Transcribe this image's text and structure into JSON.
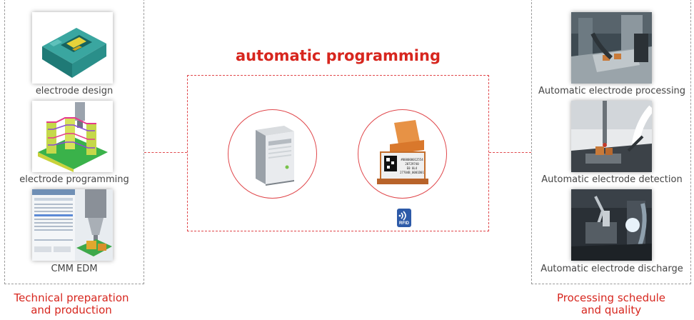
{
  "main_title": "automatic programming",
  "left_panel": {
    "items": [
      {
        "caption": "electrode design"
      },
      {
        "caption": "electrode programming"
      },
      {
        "caption": "CMM EDM"
      }
    ],
    "title_line1": "Technical preparation",
    "title_line2": "and production"
  },
  "right_panel": {
    "items": [
      {
        "caption": "Automatic electrode processing"
      },
      {
        "caption": "Automatic electrode detection"
      },
      {
        "caption": "Automatic electrode discharge"
      }
    ],
    "title_line1": "Processing schedule",
    "title_line2": "and quality"
  },
  "center": {
    "rfid_label": "RFID",
    "tag_lines": [
      "#000000012554",
      "20729740",
      "E0 0L4",
      "27704B_0001D01"
    ]
  },
  "colors": {
    "accent_red": "#d7261e",
    "circle_border": "#e0474b",
    "dashed_gray": "#9a9a9a"
  }
}
